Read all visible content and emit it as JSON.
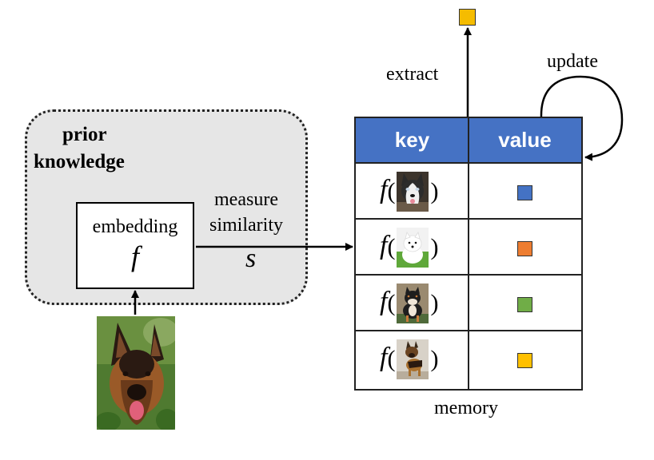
{
  "prior_knowledge": {
    "line1": "prior",
    "line2": "knowledge"
  },
  "embedding": {
    "label": "embedding",
    "symbol": "f"
  },
  "measure": {
    "line1": "measure",
    "line2": "similarity",
    "symbol": "s"
  },
  "extract_label": "extract",
  "update_label": "update",
  "memory_label": "memory",
  "table": {
    "headers": {
      "key": "key",
      "value": "value"
    },
    "header_color": "#4572c4",
    "key_prefix": "f",
    "rows": [
      {
        "value_color": "#4472c4"
      },
      {
        "value_color": "#ed7d31"
      },
      {
        "value_color": "#70ad47"
      },
      {
        "value_color": "#ffc000"
      }
    ]
  },
  "extracted_color": "#f5bc00"
}
